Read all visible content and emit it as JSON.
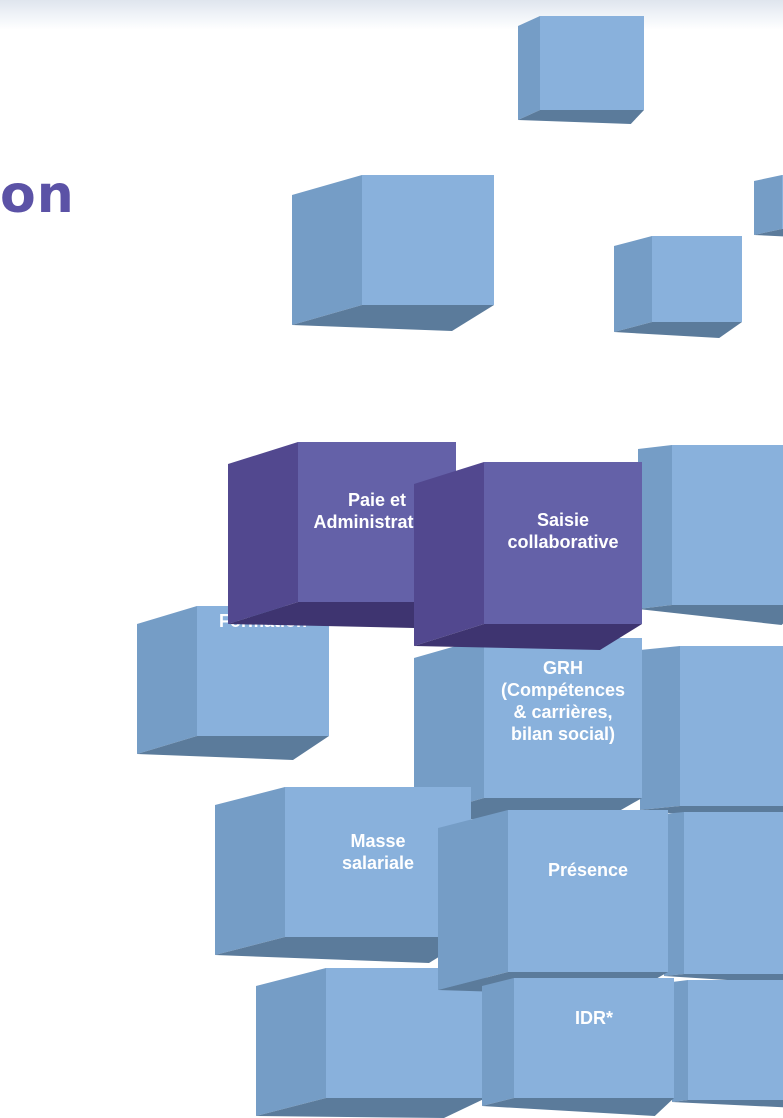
{
  "heading": {
    "text": "on"
  },
  "palette": {
    "blue_front": "#89b1dc",
    "blue_side": "#759dc6",
    "blue_bottom": "#5b7b9b",
    "purple_front": "#6461a8",
    "purple_side": "#52488f",
    "purple_bottom": "#3e3470",
    "heading_color": "#5b52a6"
  },
  "modules": [
    {
      "key": "paie",
      "label": "Paie et\nAdministration",
      "color": "purple"
    },
    {
      "key": "saisie",
      "label": "Saisie\ncollaborative",
      "color": "purple"
    },
    {
      "key": "formation",
      "label": "Formation",
      "color": "blue"
    },
    {
      "key": "grh",
      "label": "GRH\n(Compétences\n& carrières,\nbilan social)",
      "color": "blue"
    },
    {
      "key": "masse",
      "label": "Masse\nsalariale",
      "color": "blue"
    },
    {
      "key": "presence",
      "label": "Présence",
      "color": "blue"
    },
    {
      "key": "idr",
      "label": "IDR*",
      "color": "blue"
    }
  ]
}
